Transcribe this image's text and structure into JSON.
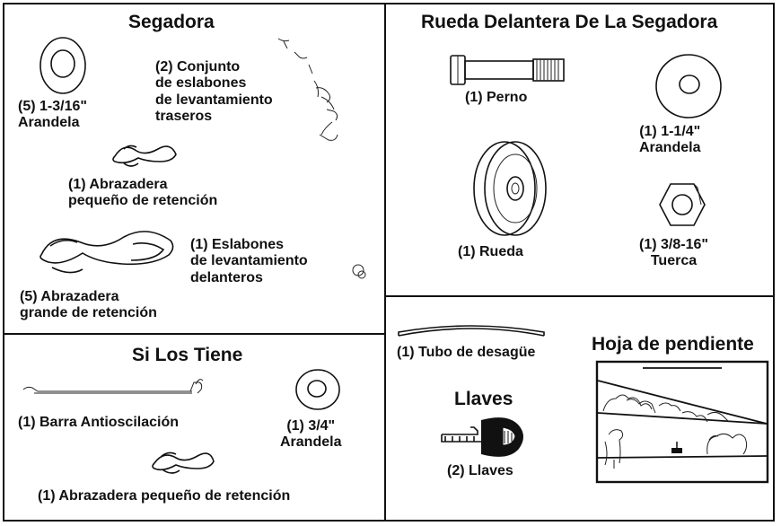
{
  "sections": {
    "segadora": {
      "title": "Segadora",
      "items": {
        "washer": "(5) 1-3/16\"\nArandela",
        "rear_links": "(2) Conjunto\nde eslabones\nde levantamiento\ntraseros",
        "small_clip": "(1) Abrazadera\npequeño de retención",
        "front_links": "(1) Eslabones\nde levantamiento\ndelanteros",
        "large_clip": "(5) Abrazadera\ngrande de retención"
      }
    },
    "rueda": {
      "title": "Rueda Delantera De La Segadora",
      "items": {
        "bolt": "(1) Perno",
        "washer": "(1) 1-1/4\"\nArandela",
        "wheel": "(1) Rueda",
        "nut": "(1) 3/8-16\"\nTuerca"
      }
    },
    "si_los_tiene": {
      "title": "Si Los Tiene",
      "items": {
        "sway_bar": "(1) Barra Antioscilación",
        "washer": "(1) 3/4\"\nArandela",
        "small_clip": "(1) Abrazadera pequeño de retención"
      }
    },
    "misc": {
      "tube": "(1) Tubo de desagüe",
      "keys_title": "Llaves",
      "keys": "(2) Llaves",
      "slope_title": "Hoja de pendiente"
    }
  },
  "icons": [
    "washer-icon",
    "link-icon",
    "clip-icon",
    "bolt-icon",
    "wheel-icon",
    "nut-icon",
    "bar-icon",
    "tube-icon",
    "key-icon",
    "slope-sheet-icon"
  ]
}
